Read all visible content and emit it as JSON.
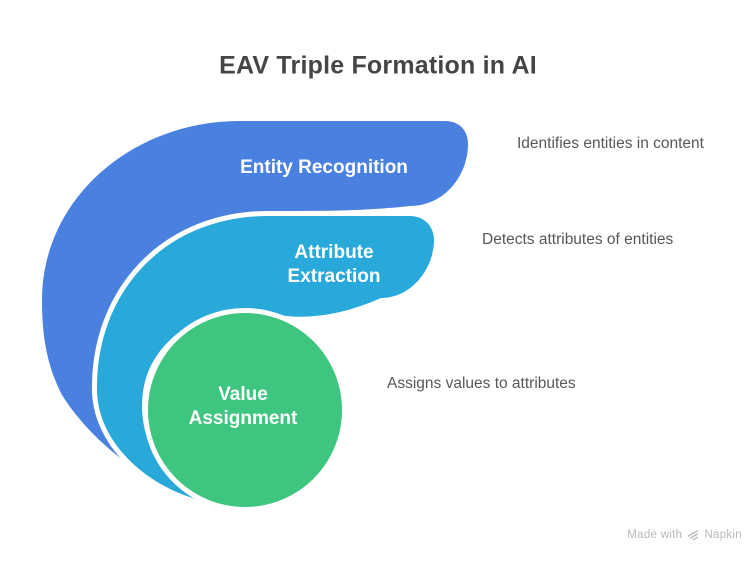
{
  "title": "EAV Triple Formation in AI",
  "colors": {
    "blue": "#4a80e0",
    "cyan": "#29a9da",
    "green": "#3ec580",
    "gap_stroke": "#ffffff",
    "title_text": "#454545",
    "description_text": "#56575a",
    "watermark_text": "#b7babe"
  },
  "steps": [
    {
      "id": "entity-recognition",
      "label": "Entity Recognition",
      "description": "Identifies entities in content",
      "color": "#4a80e0"
    },
    {
      "id": "attribute-extraction",
      "label_line1": "Attribute",
      "label_line2": "Extraction",
      "description": "Detects attributes of entities",
      "color": "#29a9da"
    },
    {
      "id": "value-assignment",
      "label_line1": "Value",
      "label_line2": "Assignment",
      "description": "Assigns values to attributes",
      "color": "#3ec580"
    }
  ],
  "watermark": {
    "label": "Made with",
    "brand": "Napkin"
  }
}
